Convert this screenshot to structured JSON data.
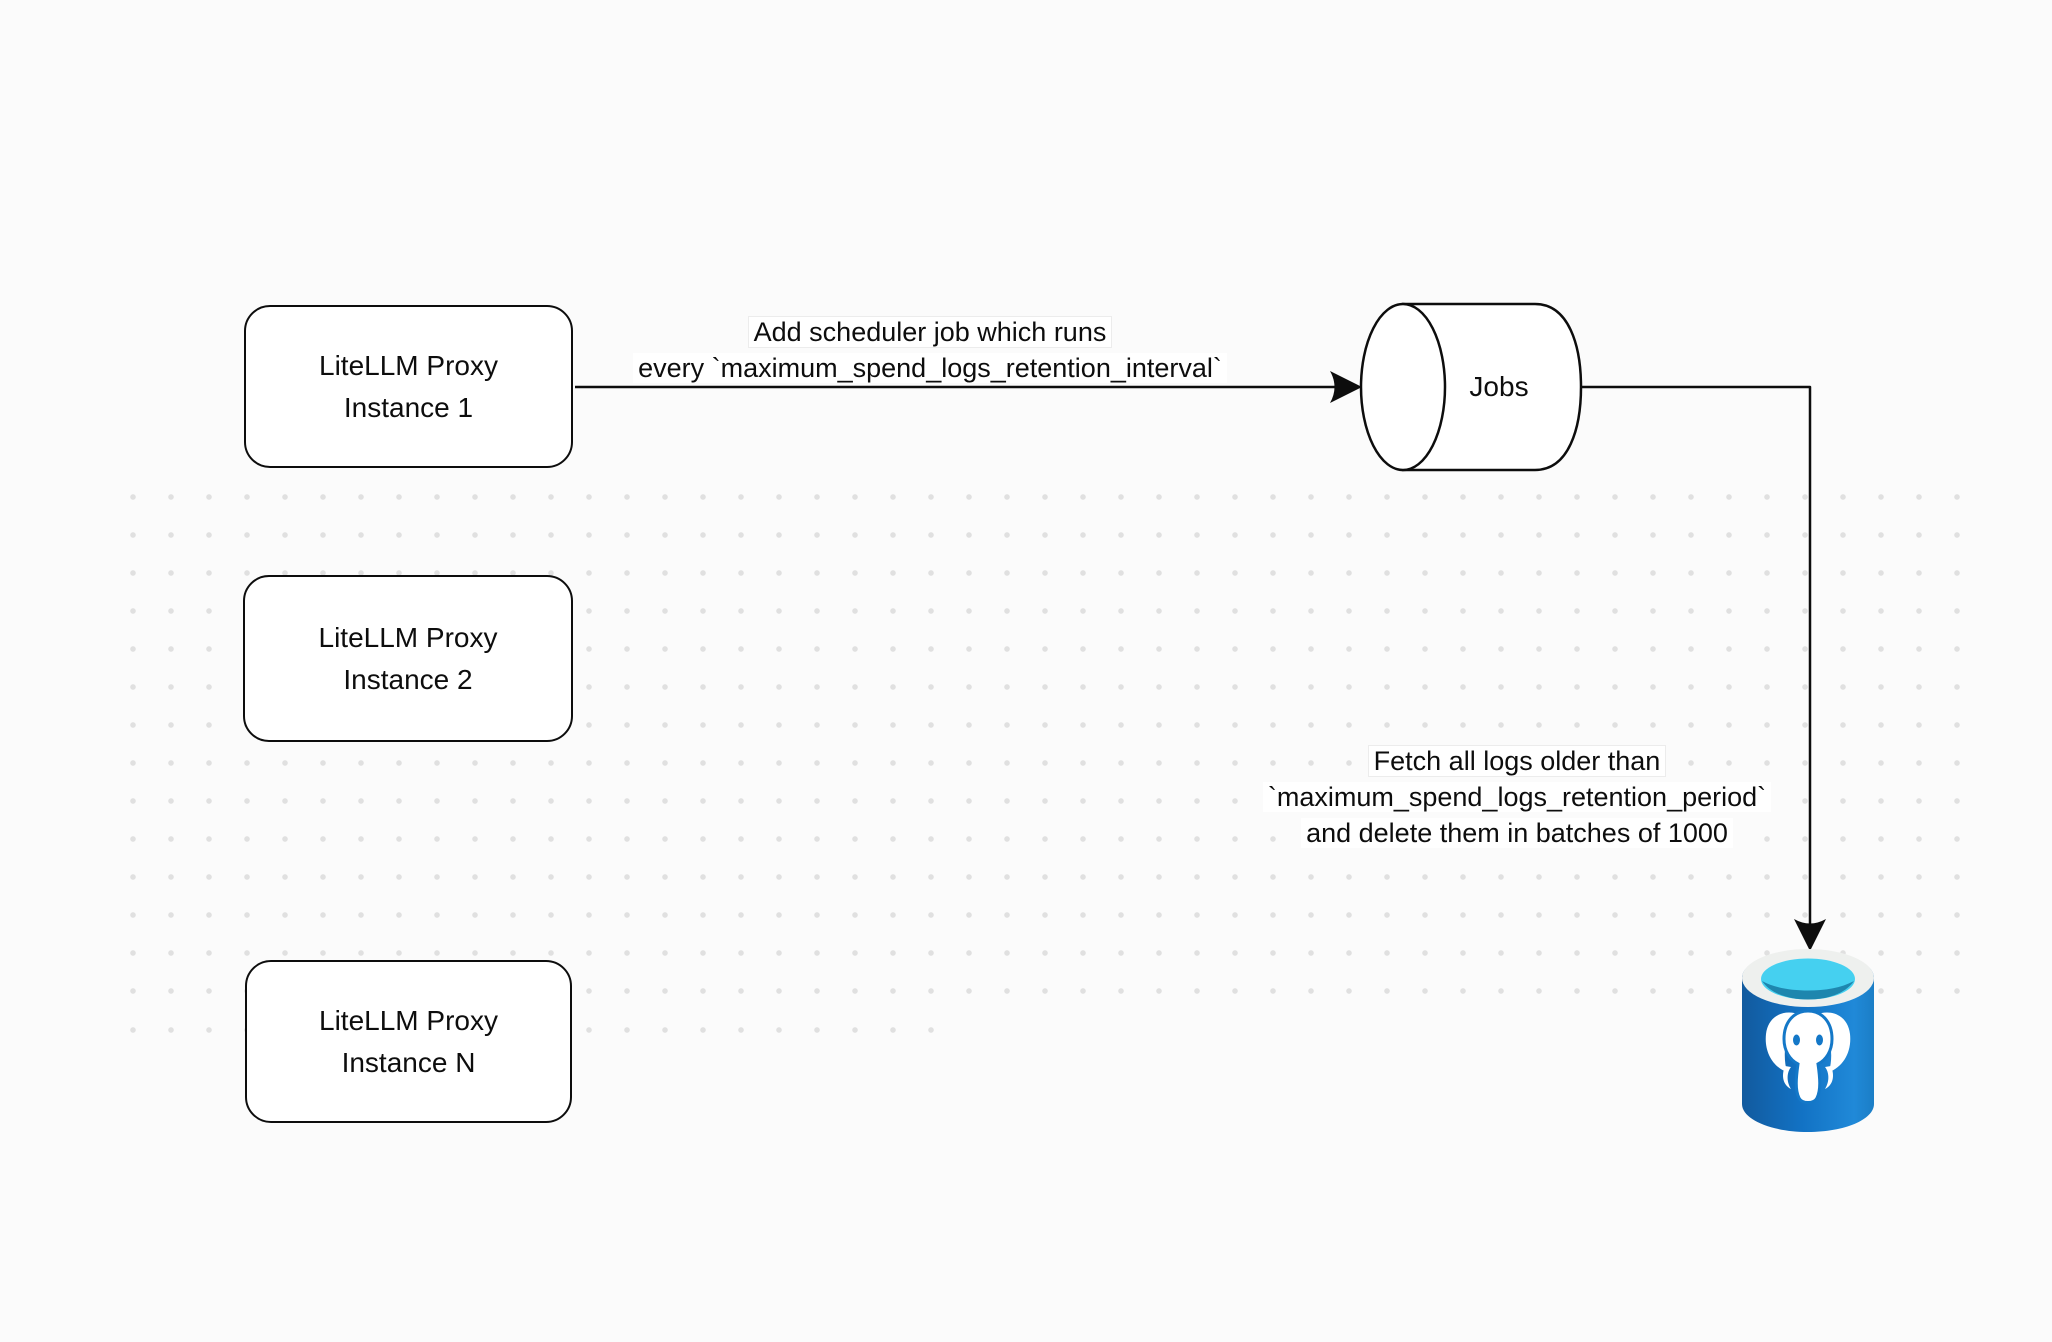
{
  "canvas": {
    "background_color": "#fbfbfb",
    "dot_color": "#e0e0e0",
    "stroke_color": "#0d0d0d"
  },
  "nodes": {
    "proxy1": {
      "line1": "LiteLLM Proxy",
      "line2": "Instance 1"
    },
    "proxy2": {
      "line1": "LiteLLM Proxy",
      "line2": "Instance 2"
    },
    "proxyN": {
      "line1": "LiteLLM Proxy",
      "line2": "Instance N"
    },
    "jobs": {
      "label": "Jobs"
    }
  },
  "edges": {
    "scheduler": {
      "line1": "Add scheduler job which runs",
      "line2": "every `maximum_spend_logs_retention_interval`"
    },
    "fetch": {
      "line1": "Fetch all logs older than",
      "line2": "`maximum_spend_logs_retention_period`",
      "line3": "and delete them in batches of 1000"
    }
  },
  "icons": {
    "postgres": "postgresql-database",
    "postgres_colors": {
      "body_blue": "#1272c4",
      "body_blue_dark": "#125a9e",
      "body_blue_light": "#2089d8",
      "rim": "#eef0ee",
      "water_top": "#45d0f0",
      "water_bottom": "#1e86ae",
      "elephant": "#ffffff"
    }
  }
}
